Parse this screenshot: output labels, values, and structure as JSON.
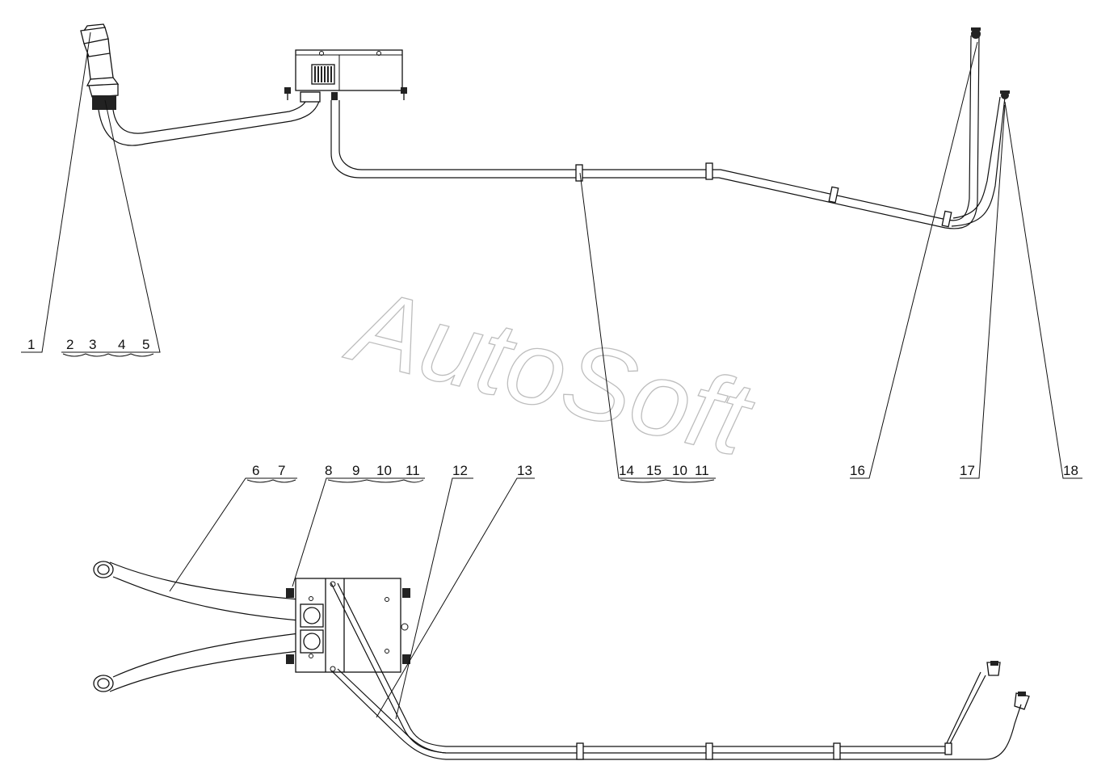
{
  "watermark": "AutoSoft",
  "callouts": {
    "c1": "1",
    "c2": "2",
    "c3": "3",
    "c4": "4",
    "c5": "5",
    "c6": "6",
    "c7": "7",
    "c8": "8",
    "c9": "9",
    "c10a": "10",
    "c11a": "11",
    "c12": "12",
    "c13": "13",
    "c14": "14",
    "c15": "15",
    "c10b": "10",
    "c11b": "11",
    "c16": "16",
    "c17": "17",
    "c18": "18"
  }
}
